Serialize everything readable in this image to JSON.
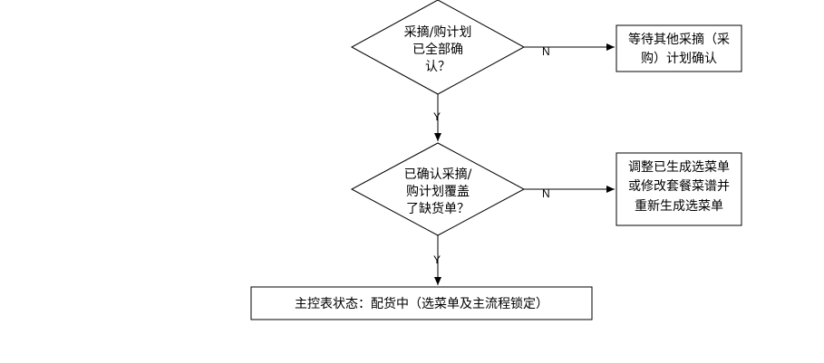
{
  "flowchart": {
    "decision1": {
      "lines": [
        "采摘/购计划",
        "已全部确",
        "认？"
      ]
    },
    "decision1_yes_label": "Y",
    "decision1_no_label": "N",
    "box1": {
      "lines": [
        "等待其他采摘（采",
        "购）计划确认"
      ]
    },
    "decision2": {
      "lines": [
        "已确认采摘/",
        "购计划覆盖",
        "了缺货单？"
      ]
    },
    "decision2_yes_label": "Y",
    "decision2_no_label": "N",
    "box2": {
      "lines": [
        "调整已生成选菜单",
        "或修改套餐菜谱并",
        "重新生成选菜单"
      ]
    },
    "final": {
      "text": "主控表状态：配货中（选菜单及主流程锁定）"
    }
  }
}
